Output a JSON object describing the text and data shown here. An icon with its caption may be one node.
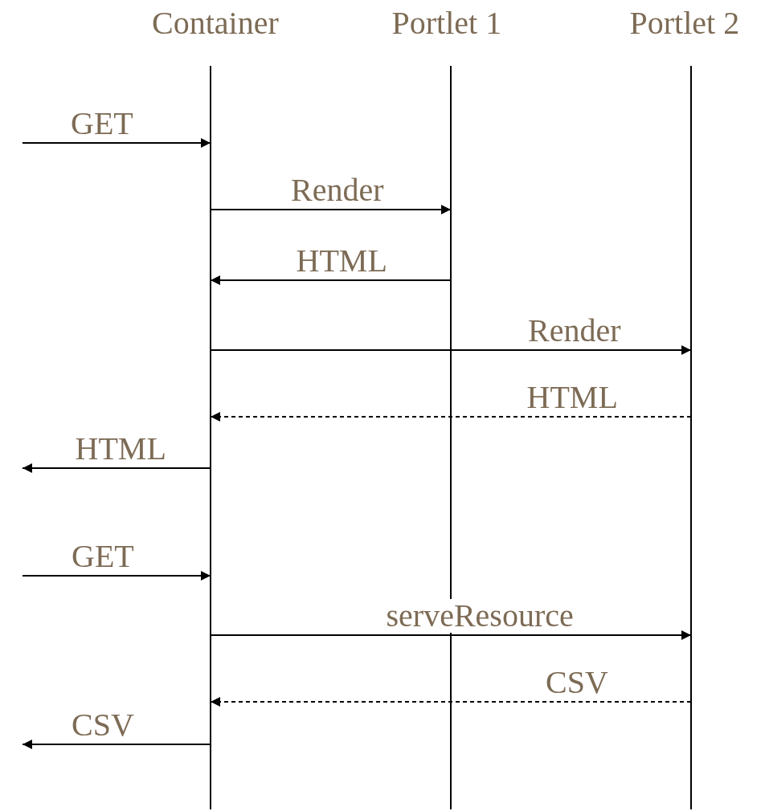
{
  "diagram": {
    "nodes": [
      {
        "text": [
          "Container"
        ]
      },
      {
        "text": [
          "Portlet 1"
        ]
      },
      {
        "text": [
          "Portlet 2"
        ]
      }
    ],
    "edges": [
      {
        "from": null,
        "to": 0,
        "arrow": "to",
        "label": "GET"
      },
      {
        "from": 0,
        "to": 1,
        "arrow": "to",
        "label": "Render"
      },
      {
        "from": 1,
        "to": 0,
        "arrow": "to",
        "label": "HTML"
      },
      {
        "from": 0,
        "to": 2,
        "arrow": "to",
        "label": "Render"
      },
      {
        "from": 2,
        "to": 0,
        "arrow": "to",
        "label": "HTML",
        "style": "dashed"
      },
      {
        "from": 0,
        "to": null,
        "arrow": "to",
        "label": "HTML"
      },
      {
        "from": null,
        "to": 0,
        "arrow": "to",
        "label": "GET"
      },
      {
        "from": 0,
        "to": 2,
        "arrow": "to",
        "label": "serveResource"
      },
      {
        "from": 2,
        "to": 0,
        "arrow": "to",
        "label": "CSV",
        "style": "dashed"
      },
      {
        "from": 0,
        "to": null,
        "arrow": "to",
        "label": "CSV"
      }
    ]
  }
}
